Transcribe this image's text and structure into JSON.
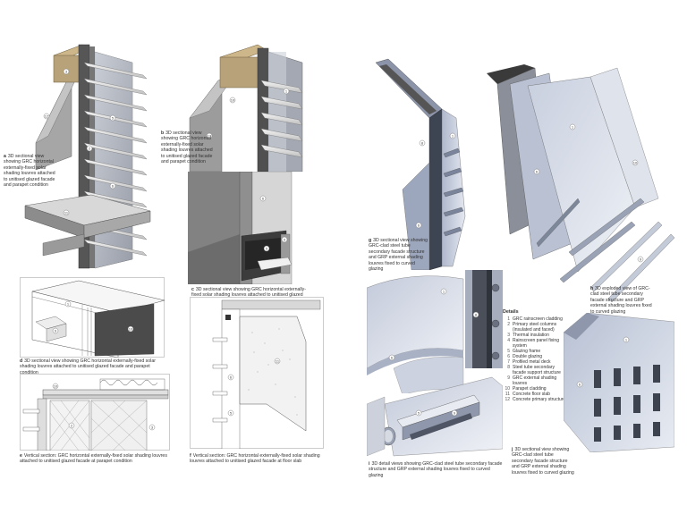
{
  "captions": {
    "a": {
      "letter": "a",
      "text": "3D sectional view showing GRC horizontal externally-fixed solar shading louvres attached to unitised glazed facade and parapet condition"
    },
    "b": {
      "letter": "b",
      "text": "3D sectional view showing GRC horizontal externally-fixed solar shading louvres attached to unitised glazed facade and parapet condition"
    },
    "c": {
      "letter": "c",
      "text": "3D sectional view showing GRC horizontal externally-fixed solar shading louvres attached to unitised glazed facade at floor slab"
    },
    "d": {
      "letter": "d",
      "text": "3D sectional view showing GRC horizontal externally-fixed solar shading louvres attached to unitised glazed facade and parapet condition"
    },
    "e": {
      "letter": "e",
      "text": "Vertical section: GRC horizontal externally-fixed solar shading louvres attached to unitised glazed facade at parapet condition"
    },
    "f": {
      "letter": "f",
      "text": "Vertical section: GRC horizontal externally-fixed solar shading louvres attached to unitised glazed facade at floor slab"
    },
    "g": {
      "letter": "g",
      "text": "3D sectional view showing GRC-clad steel tube secondary facade structure and GRP external shading louvres fixed to curved glazing"
    },
    "h": {
      "letter": "h",
      "text": "3D exploded view of GRC-clad steel tube secondary facade structure and GRP external shading louvres fixed to curved glazing"
    },
    "i": {
      "letter": "i",
      "text": "3D detail views showing GRC-clad steel tube secondary facade structure and GRP external shading louvres fixed to curved glazing"
    },
    "j": {
      "letter": "j",
      "text": "3D sectional view showing GRC-clad steel tube secondary facade structure and GRP external shading louvres fixed to curved glazing"
    }
  },
  "legend": {
    "title": "Details",
    "items": [
      {
        "n": "1",
        "text": "GRC rainscreen cladding"
      },
      {
        "n": "2",
        "text": "Primary steel columns (insulated and faced)"
      },
      {
        "n": "3",
        "text": "Thermal insulation"
      },
      {
        "n": "4",
        "text": "Rainscreen panel fixing system"
      },
      {
        "n": "5",
        "text": "Glazing frame"
      },
      {
        "n": "6",
        "text": "Double glazing"
      },
      {
        "n": "7",
        "text": "Profiled metal deck"
      },
      {
        "n": "8",
        "text": "Steel tube secondary facade support structure"
      },
      {
        "n": "9",
        "text": "GRC external shading louvres"
      },
      {
        "n": "10",
        "text": "Parapet cladding"
      },
      {
        "n": "11",
        "text": "Concrete floor slab"
      },
      {
        "n": "12",
        "text": "Concrete primary structure"
      }
    ]
  },
  "tags": [
    "1",
    "2",
    "3",
    "4",
    "5",
    "6",
    "7",
    "8",
    "9",
    "10",
    "11",
    "12"
  ],
  "colors": {
    "concrete": "#9a9a9a",
    "glass": "#b9bfcb",
    "insulation": "#b8a27a",
    "grc": "#e6e8ee",
    "dark": "#4a4a4a",
    "line": "#555555",
    "blue": "#c9d0df"
  }
}
